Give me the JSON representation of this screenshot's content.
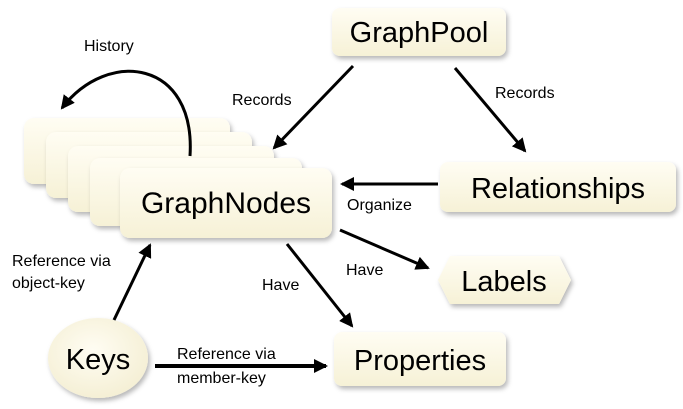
{
  "nodes": {
    "graphpool": "GraphPool",
    "graphnodes": "GraphNodes",
    "relationships": "Relationships",
    "labels": "Labels",
    "properties": "Properties",
    "keys": "Keys"
  },
  "edges": {
    "history": "History",
    "records_left": "Records",
    "records_right": "Records",
    "organize": "Organize",
    "have_labels": "Have",
    "have_properties": "Have",
    "reference_object_line1": "Reference via",
    "reference_object_line2": "object-key",
    "reference_member_line1": "Reference via",
    "reference_member_line2": "member-key"
  },
  "colors": {
    "node_fill": "#fbf8e6",
    "node_fill_light": "#fffdf2",
    "node_stroke": "#e3dfc4",
    "arrow": "#000000"
  }
}
